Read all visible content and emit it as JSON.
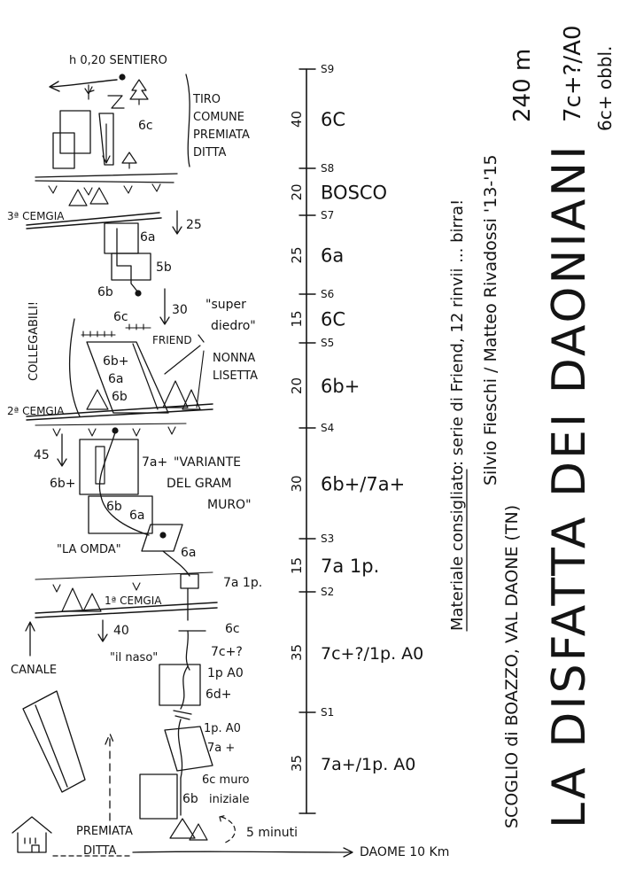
{
  "title": {
    "route_name": "LA DISFATTA DEI DAONIANI",
    "length": "240 m",
    "grade_main": "7c+?/A0",
    "grade_obbl": "6c+ obbl.",
    "location": "SCOGLIO di BOAZZO, VAL DAONE (TN)",
    "authors": "Silvio Fieschi / Matteo Rivadossi '13-'15",
    "equipment_label": "Materiale consigliato",
    "equipment": ": serie di Friend, 12 rinvii ... birra!"
  },
  "topo_labels": {
    "path_exit": "h 0,20 SENTIERO",
    "tiro_comune": [
      "TIRO",
      "COMUNE",
      "PREMIATA",
      "DITTA"
    ],
    "cengia3": "3ª CEMGIA",
    "cengia2": "2ª CEMGIA",
    "cengia1": "1ª CEMGIA",
    "collegabili": "COLLEGABILI!",
    "super_diedro_1": "\"super",
    "super_diedro_2": "diedro\"",
    "friend": "FRIEND",
    "nonna_1": "NONNA",
    "nonna_2": "LISETTA",
    "variante_1": "\"VARIANTE",
    "variante_2": "DEL GRAM",
    "variante_3": "MURO\"",
    "la_onda": "\"LA OMDA\"",
    "il_naso": "\"il naso\"",
    "canale": "CANALE",
    "muro_iniziale_1": "6c muro",
    "muro_iniziale_2": "iniziale",
    "premiata_1": "PREMIATA",
    "premiata_2": "DITTA",
    "cinque_minuti": "5 minuti",
    "daone": "DAOME 10 Km",
    "rappel_25": "25",
    "rappel_30": "30",
    "rappel_45": "45",
    "rappel_40": "40",
    "g_6c_top": "6c",
    "g_6a_s7": "6a",
    "g_5b": "5b",
    "g_6b_s6": "6b",
    "g_6c_s5": "6c",
    "g_6bplus": "6b+",
    "g_6a_dihedral": "6a",
    "g_6b_dihedral": "6b",
    "g_7aplus_var": "7a+",
    "g_6bplus_var": "6b+",
    "g_6b_onda": "6b",
    "g_6a_onda": "6a",
    "g_6a_ondaright": "6a",
    "g_7a1p": "7a 1p.",
    "g_6c_naso": "6c",
    "g_7cplus_naso": "7c+?",
    "g_1pA0": "1p A0",
    "g_6dplus": "6d+",
    "g_1pA0_b": "1p. A0",
    "g_7aplus_b": "7a +",
    "g_6b_base": "6b"
  },
  "pitch_scale": [
    {
      "stop": "S9",
      "length": "40",
      "grade": "6C"
    },
    {
      "stop": "S8",
      "length": "20",
      "grade": "BOSCO"
    },
    {
      "stop": "S7",
      "length": "25",
      "grade": "6a"
    },
    {
      "stop": "S6",
      "length": "15",
      "grade": "6C"
    },
    {
      "stop": "S5",
      "length": "20",
      "grade": "6b+"
    },
    {
      "stop": "S4",
      "length": "30",
      "grade": "6b+/7a+"
    },
    {
      "stop": "S3",
      "length": "15",
      "grade": "7a 1p."
    },
    {
      "stop": "S2",
      "length": "35",
      "grade": "7c+?/1p. A0"
    },
    {
      "stop": "S1",
      "length": "35",
      "grade": "7a+/1p. A0"
    }
  ]
}
